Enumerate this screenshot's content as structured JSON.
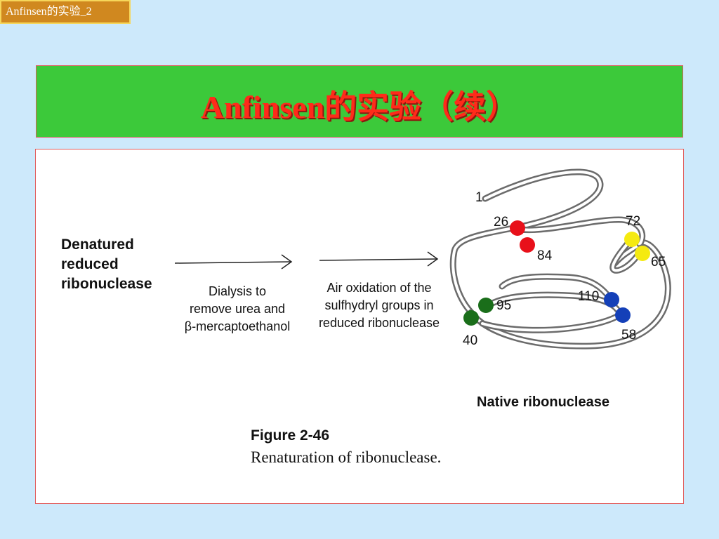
{
  "tag": {
    "label": "Anfinsen的实验_2"
  },
  "banner": {
    "title": "Anfinsen的实验（续）"
  },
  "figure": {
    "start_label": [
      "Denatured",
      "reduced",
      "ribonuclease"
    ],
    "step1": [
      "Dialysis to",
      "remove urea and",
      "β-mercaptoethanol"
    ],
    "step2": [
      "Air oxidation of the",
      "sulfhydryl groups in",
      "reduced ribonuclease"
    ],
    "residues": {
      "n1": "1",
      "r26": "26",
      "r84": "84",
      "r72": "72",
      "r65": "65",
      "r95": "95",
      "r40": "40",
      "r110": "110",
      "r58": "58"
    },
    "product_label": "Native ribonuclease",
    "figure_number": "Figure 2-46",
    "caption": "Renaturation of ribonuclease."
  },
  "colors": {
    "background": "#cde9fb",
    "banner": "#3cc93a",
    "title": "#ff2b1a",
    "tag": "#d0881f",
    "disulfide_26_84": "#e8101a",
    "disulfide_65_72": "#f5ea10",
    "disulfide_40_95": "#1a6e1a",
    "disulfide_58_110": "#1440b8",
    "chain": "#6b6b6b"
  }
}
